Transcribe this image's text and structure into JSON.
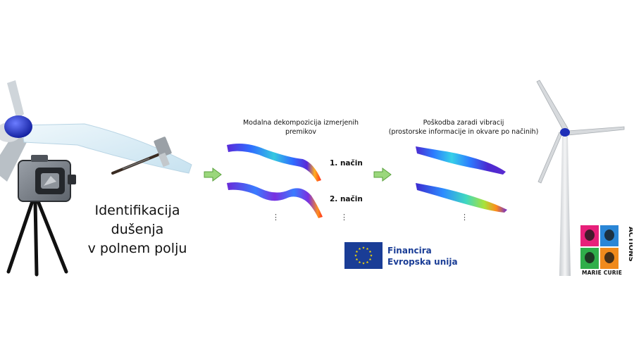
{
  "main_title_line1": "Identifikacija dušenja",
  "main_title_line2": "v polnem polju",
  "modal_caption_line1": "Modalna dekompozicija izmerjenih",
  "modal_caption_line2": "premikov",
  "damage_caption_line1": "Poškodba zaradi vibracij",
  "damage_caption_line2": "(prostorske informacije in okvare po načinih)",
  "mode1_label": "1. način",
  "mode2_label": "2. način",
  "ellipsis": "⋮",
  "eu_line1": "Financira",
  "eu_line2": "Evropska unija",
  "mc_bottom": "MARIE CURIE",
  "mc_side": "ACTIONS",
  "colors": {
    "arrow_green": "#8fd16a",
    "eu_blue": "#1a3d96",
    "eu_star": "#ffde00",
    "hub_blue": "#1e2fb8",
    "blade_light": "#d8ecf6"
  }
}
